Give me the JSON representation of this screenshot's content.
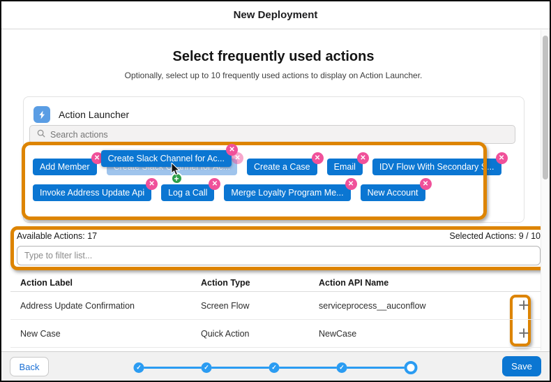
{
  "window": {
    "title": "New Deployment"
  },
  "main": {
    "heading": "Select frequently used actions",
    "subheading": "Optionally, select up to 10 frequently used actions to display on Action Launcher."
  },
  "launcher": {
    "title": "Action Launcher",
    "search_placeholder": "Search actions",
    "pills": [
      {
        "label": "Add Member"
      },
      {
        "label": "Create Slack Channel for Ac...",
        "state": "dragging"
      },
      {
        "label": "Create a Case"
      },
      {
        "label": "Email"
      },
      {
        "label": "IDV Flow With Secondary S..."
      },
      {
        "label": "Invoke Address Update Api"
      },
      {
        "label": "Log a Call"
      },
      {
        "label": "Merge Loyalty Program Me..."
      },
      {
        "label": "New Account"
      }
    ]
  },
  "counts": {
    "available": "Available Actions: 17",
    "selected": "Selected Actions: 9 / 10"
  },
  "filter": {
    "placeholder": "Type to filter list..."
  },
  "table": {
    "headers": [
      "Action Label",
      "Action Type",
      "Action API Name"
    ],
    "rows": [
      {
        "label": "Address Update Confirmation",
        "type": "Screen Flow",
        "api_name": "serviceprocess__auconflow"
      },
      {
        "label": "New Case",
        "type": "Quick Action",
        "api_name": "NewCase"
      }
    ]
  },
  "footer": {
    "back_label": "Back",
    "save_label": "Save",
    "steps_completed": 4,
    "steps_total": 5
  },
  "icons": {
    "check": "✓",
    "remove": "✕",
    "add": "+",
    "table_add": "+"
  },
  "colors": {
    "pill_blue": "#0b76d2",
    "badge_pink": "#f0519a",
    "badge_green": "#2ea04a",
    "highlight_orange": "#dd8400",
    "progress_blue": "#2b9cf2"
  }
}
